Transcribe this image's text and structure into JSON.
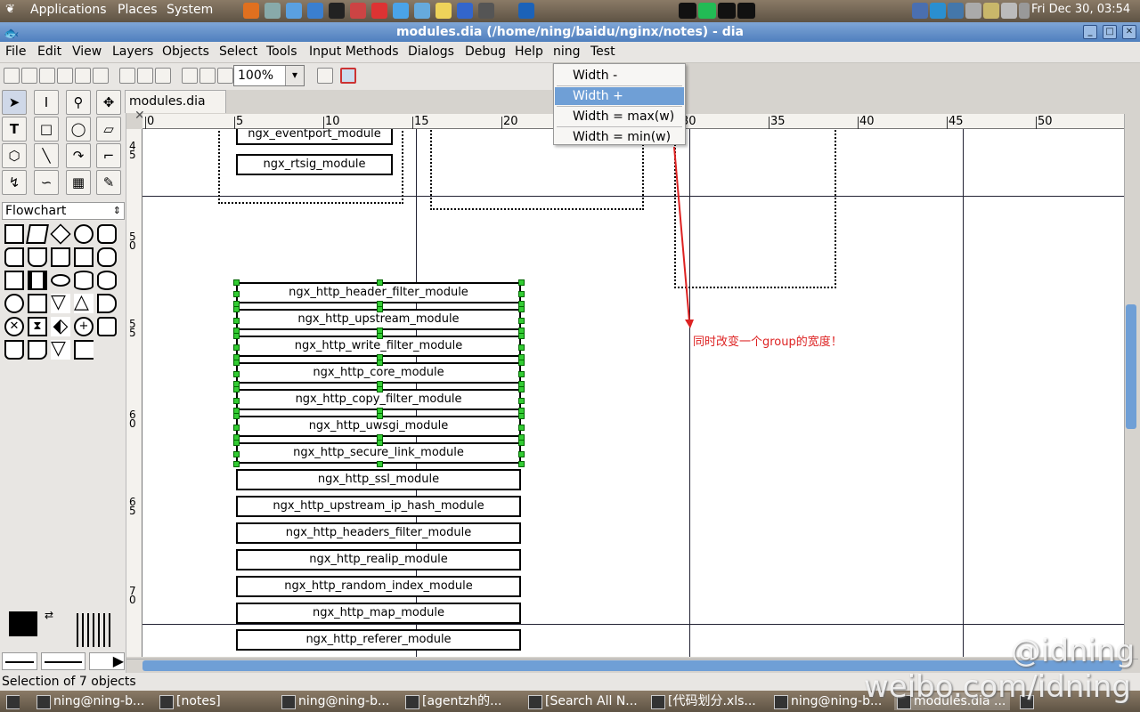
{
  "panel": {
    "applications": "Applications",
    "places": "Places",
    "system": "System",
    "clock": "Fri Dec 30, 03:54"
  },
  "window": {
    "title": "modules.dia (/home/ning/baidu/nginx/notes) - dia"
  },
  "menubar": [
    "File",
    "Edit",
    "View",
    "Layers",
    "Objects",
    "Select",
    "Tools",
    "Input Methods",
    "Dialogs",
    "Debug",
    "Help",
    "ning",
    "Test"
  ],
  "toolbar": {
    "zoom": "100%"
  },
  "tab": {
    "label": "modules.dia"
  },
  "toolbox": {
    "sheet": "Flowchart"
  },
  "ruler": {
    "h": [
      "0",
      "5",
      "10",
      "15",
      "20",
      "",
      "30",
      "35",
      "40",
      "45",
      "50"
    ],
    "v": [
      "4\n5",
      "5\n0",
      "5\n5",
      "6\n0",
      "6\n5",
      "7\n0"
    ]
  },
  "top_modules": [
    "ngx_eventport_module",
    "ngx_rtsig_module"
  ],
  "modules": [
    "ngx_http_header_filter_module",
    "ngx_http_upstream_module",
    "ngx_http_write_filter_module",
    "ngx_http_core_module",
    "ngx_http_copy_filter_module",
    "ngx_http_uwsgi_module",
    "ngx_http_secure_link_module",
    "ngx_http_ssl_module",
    "ngx_http_upstream_ip_hash_module",
    "ngx_http_headers_filter_module",
    "ngx_http_realip_module",
    "ngx_http_random_index_module",
    "ngx_http_map_module",
    "ngx_http_referer_module"
  ],
  "ning_menu": {
    "items": [
      "Width -",
      "Width +",
      "Width = max(w)",
      "Width = min(w)"
    ],
    "highlighted": "Width +"
  },
  "annotation": "同时改变一个group的宽度！",
  "status": "Selection of 7 objects",
  "taskbar": [
    "ning@ning-b...",
    "[notes]",
    "ning@ning-b...",
    "[agentzh的...",
    "[Search All N...",
    "[代码划分.xls...",
    "ning@ning-b...",
    "modules.dia ..."
  ],
  "watermark": {
    "handle": "@idning",
    "url": "weibo.com/idning"
  }
}
